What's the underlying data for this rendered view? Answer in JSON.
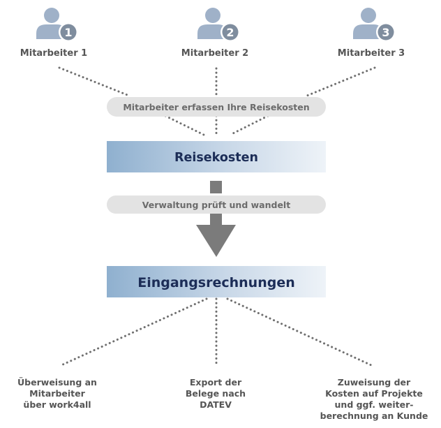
{
  "employees": [
    {
      "label": "Mitarbeiter 1",
      "number": "1"
    },
    {
      "label": "Mitarbeiter 2",
      "number": "2"
    },
    {
      "label": "Mitarbeiter 3",
      "number": "3"
    }
  ],
  "step1": {
    "label": "Mitarbeiter erfassen Ihre Reisekosten"
  },
  "box1": {
    "label": "Reisekosten"
  },
  "step2": {
    "label": "Verwaltung prüft und wandelt"
  },
  "box2": {
    "label": "Eingangsrechnungen"
  },
  "outputs": [
    {
      "lines": [
        "Überweisung an",
        "Mitarbeiter",
        "über work4all"
      ]
    },
    {
      "lines": [
        "Export der",
        "Belege nach",
        "DATEV"
      ]
    },
    {
      "lines": [
        "Zuweisung der",
        "Kosten auf Projekte",
        "und ggf. weiter-",
        "berechnung an Kunde"
      ]
    }
  ],
  "colors": {
    "person_icon": "#9fb1c8",
    "badge": "#7f8d9e",
    "dots": "#6f6f6f",
    "pill": "#e3e3e3",
    "box_gradient_left": "#8fb0cf",
    "box_gradient_right": "#e7eef6",
    "box_text": "#1c2d57",
    "arrow": "#7b7b7b"
  },
  "icons": [
    "person-icon",
    "number-badge"
  ]
}
